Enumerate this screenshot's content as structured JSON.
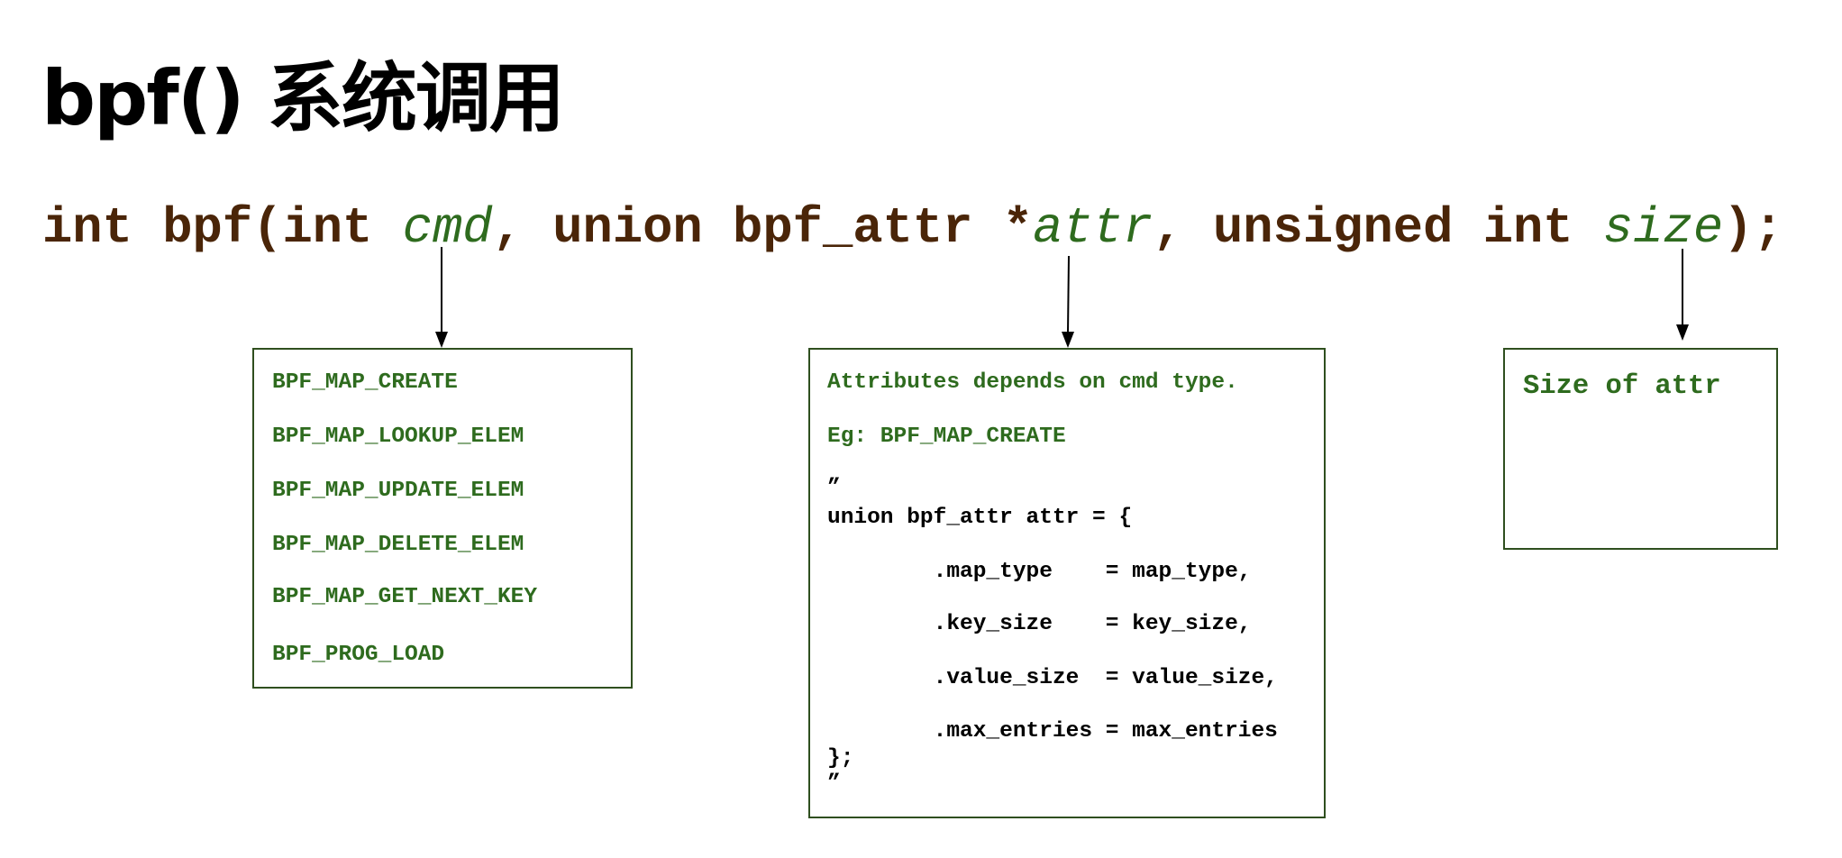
{
  "title": "bpf() 系统调用",
  "signature": {
    "p1": "int bpf(int ",
    "cmd": "cmd",
    "p2": ", union bpf_attr *",
    "attr": "attr",
    "p3": ", unsigned int ",
    "size": "size",
    "p4": ");"
  },
  "cmd_box": {
    "items": [
      "BPF_MAP_CREATE",
      "BPF_MAP_LOOKUP_ELEM",
      "BPF_MAP_UPDATE_ELEM",
      "BPF_MAP_DELETE_ELEM",
      "BPF_MAP_GET_NEXT_KEY",
      "BPF_PROG_LOAD"
    ]
  },
  "attr_box": {
    "desc": "Attributes depends on cmd type.",
    "example": "Eg: BPF_MAP_CREATE",
    "code": [
      "”",
      "union bpf_attr attr = {",
      "        .map_type    = map_type,",
      "        .key_size    = key_size,",
      "        .value_size  = value_size,",
      "        .max_entries = max_entries",
      "};",
      "”"
    ]
  },
  "size_box": {
    "text": "Size of attr"
  },
  "colors": {
    "code": "#4a2508",
    "param": "#2e6b1e",
    "border": "#2f4f1f"
  }
}
